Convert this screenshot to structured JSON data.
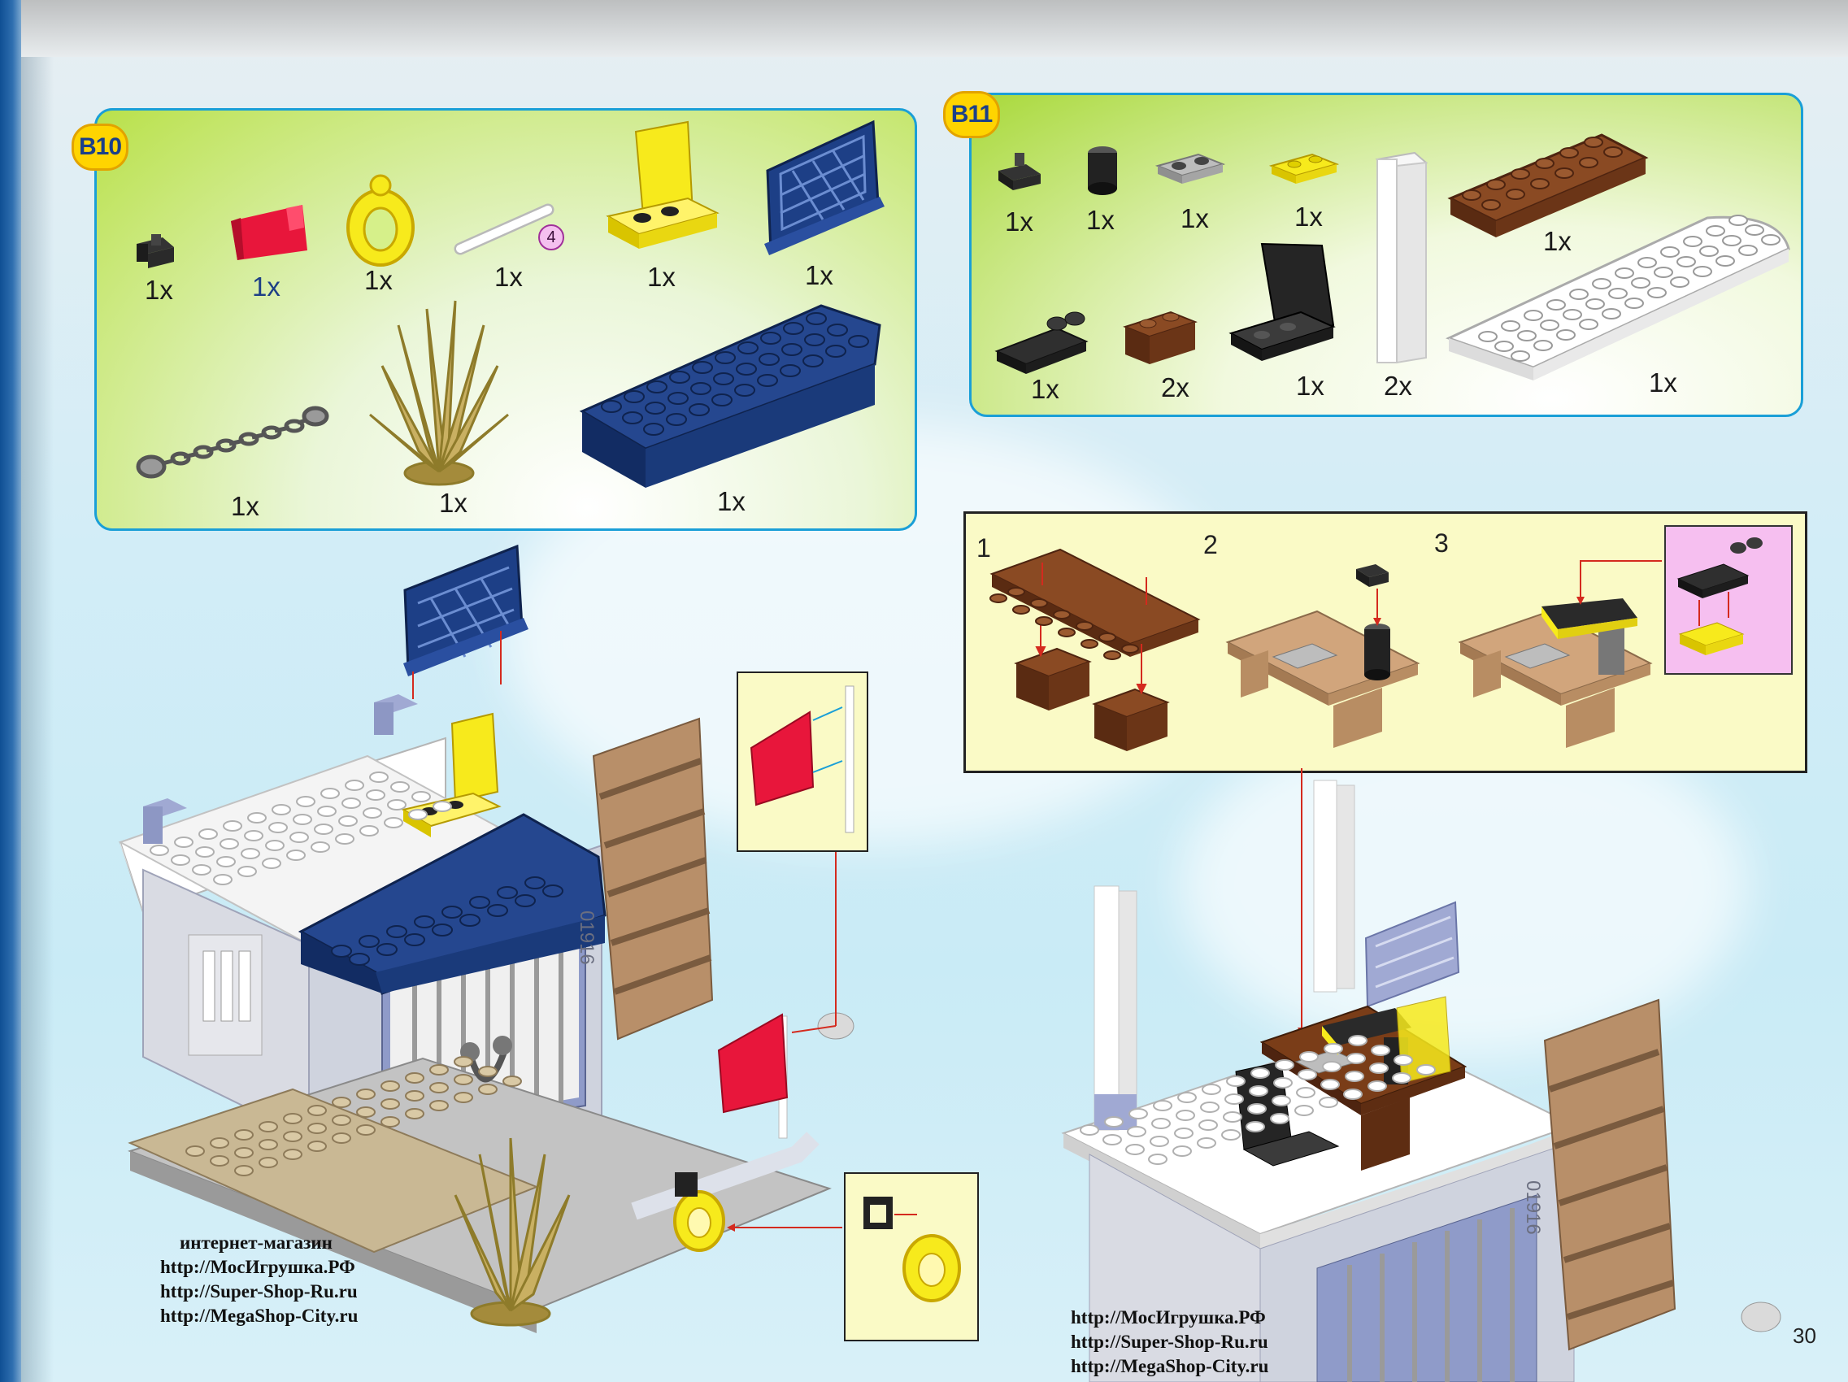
{
  "page": {
    "number": "30"
  },
  "section_b10": {
    "badge": "B10",
    "quantities": [
      "1x",
      "1x",
      "1x",
      "1x",
      "1x",
      "1x",
      "1x",
      "1x",
      "1x"
    ],
    "rod_marker": "4"
  },
  "section_b11": {
    "badge": "B11",
    "quantities": [
      "1x",
      "1x",
      "1x",
      "1x",
      "1x",
      "1x",
      "2x",
      "1x",
      "2x",
      "1x"
    ]
  },
  "steps": {
    "labels": [
      "1",
      "2",
      "3"
    ]
  },
  "model": {
    "serial": "01916"
  },
  "watermark_left": [
    "интернет-магазин",
    "http://МосИгрушка.РФ",
    "http://Super-Shop-Ru.ru",
    "http://MegaShop-City.ru"
  ],
  "watermark_right": [
    "http://МосИгрушка.РФ",
    "http://Super-Shop-Ru.ru",
    "http://MegaShop-City.ru"
  ],
  "colors": {
    "panel_border": "#1a9fd7",
    "badge": "#ffd400",
    "brick_blue": "#1d3f86",
    "brick_brown": "#7a3d18",
    "brick_yellow": "#f7ea1c",
    "step_bg": "#fafac6",
    "arrow": "#d42a1e"
  }
}
